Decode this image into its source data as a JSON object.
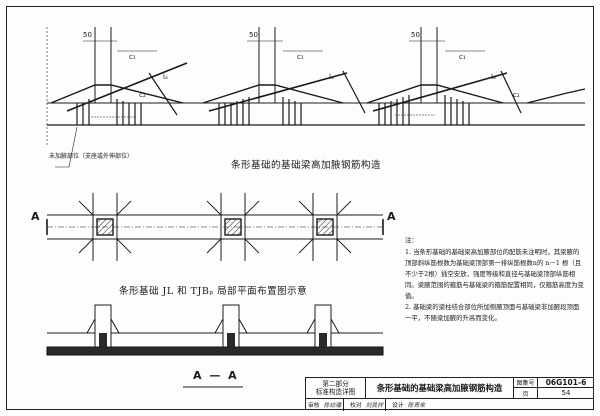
{
  "diagram": {
    "top_caption": "条形基础的基础梁高加腋钢筋构造",
    "top_note_label": "未加腋部位（支座或外伸部位）",
    "dims": {
      "d50": "50",
      "c1": "c₁",
      "c2": "c₂",
      "la": "lₐ"
    },
    "plan_caption": "条形基础 JL 和 TJBₚ 局部平面布置图示意",
    "section_mark": "A",
    "section_title": "A — A"
  },
  "notes": {
    "head": "注：",
    "items": [
      "1. 当条形基础的基础梁高加腋部位的配筋未注明时，其梁腋的顶部斜纵筋根数为基础梁顶部第一排纵筋根数n的 n－1 根（且不少于2根）插空安放，强度等级和直径与基础梁顶部纵筋相同。梁腋范围的箍筋与基础梁的箍筋配置相同，仅箍筋高度为变值。",
      "2. 基础梁的梁柱结合部位所加侧腋顶面与基础梁非加腋段顶面一平，不随梁加腋的升高而变化。"
    ]
  },
  "title_block": {
    "part": "第二部分",
    "part_sub": "标准构造详图",
    "title": "条形基础的基础梁高加腋钢筋构造",
    "set_label": "图集号",
    "set_no": "06G101-6",
    "page_label": "页",
    "page_no": "54",
    "bottom": {
      "review_label": "审核",
      "review_name": "陈幼璠",
      "check_label": "校对",
      "check_name": "刘其祥",
      "design_label": "设计",
      "design_name": "陈青来"
    }
  }
}
